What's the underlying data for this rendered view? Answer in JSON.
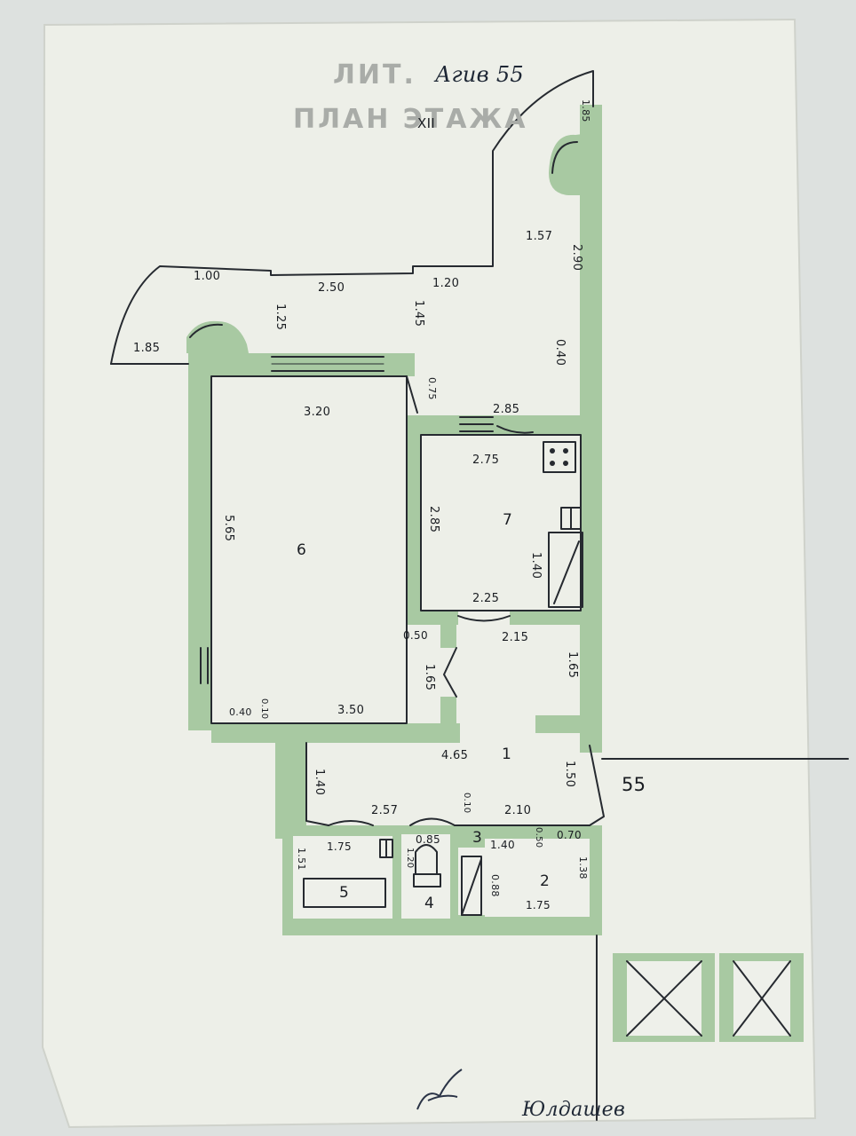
{
  "header": {
    "stamp_line1": "ЛИТ.",
    "stamp_line2": "ПЛАН ЭТАЖА",
    "handwritten_title": "Агив 55",
    "floor_mark": "XII"
  },
  "rooms": [
    {
      "id": "1",
      "label": "1"
    },
    {
      "id": "2",
      "label": "2"
    },
    {
      "id": "3",
      "label": "3"
    },
    {
      "id": "4",
      "label": "4"
    },
    {
      "id": "5",
      "label": "5"
    },
    {
      "id": "6",
      "label": "6"
    },
    {
      "id": "7",
      "label": "7"
    }
  ],
  "dimensions": {
    "balcony_top_w": "1.00",
    "balcony_top_mid": "2.50",
    "balcony_top_right": "1.20",
    "balcony_left": "1.85",
    "balcony_depth_left": "1.25",
    "balcony_depth_mid": "1.45",
    "loggia_right_top": "1.85",
    "loggia_right_inner": "1.57",
    "loggia_right_height": "2.90",
    "loggia_right_small": "0.40",
    "room6_top": "3.20",
    "room6_side": "5.65",
    "room6_bottom": "3.50",
    "room6_bottom_left": "0.40",
    "room6_bottom_small": "0.10",
    "passage_small": "0.75",
    "kitchen_top_outer": "2.85",
    "kitchen_top_inner": "2.75",
    "kitchen_side": "2.85",
    "kitchen_right": "1.40",
    "kitchen_bottom": "2.25",
    "hall_top": "2.15",
    "hall_left": "1.65",
    "hall_right": "1.65",
    "hall_small": "0.50",
    "hall_width": "4.65",
    "hall_left_depth": "1.40",
    "hall_right_depth": "1.50",
    "corridor_left": "2.57",
    "corridor_small": "0.10",
    "corridor_right": "2.10",
    "bath_w": "1.75",
    "bath_h": "1.51",
    "wc_w": "0.85",
    "wc_h": "1.20",
    "room3_w": "1.40",
    "room3_small": "0.50",
    "room2_top": "0.70",
    "room2_left": "0.88",
    "room2_bottom": "1.75",
    "room2_right": "1.38",
    "stair_number": "55"
  },
  "signature": {
    "name": "Юлдашев"
  },
  "colors": {
    "paper": "#eceee6",
    "wall_fill": "#a9c9a3",
    "ink": "#23262b"
  }
}
